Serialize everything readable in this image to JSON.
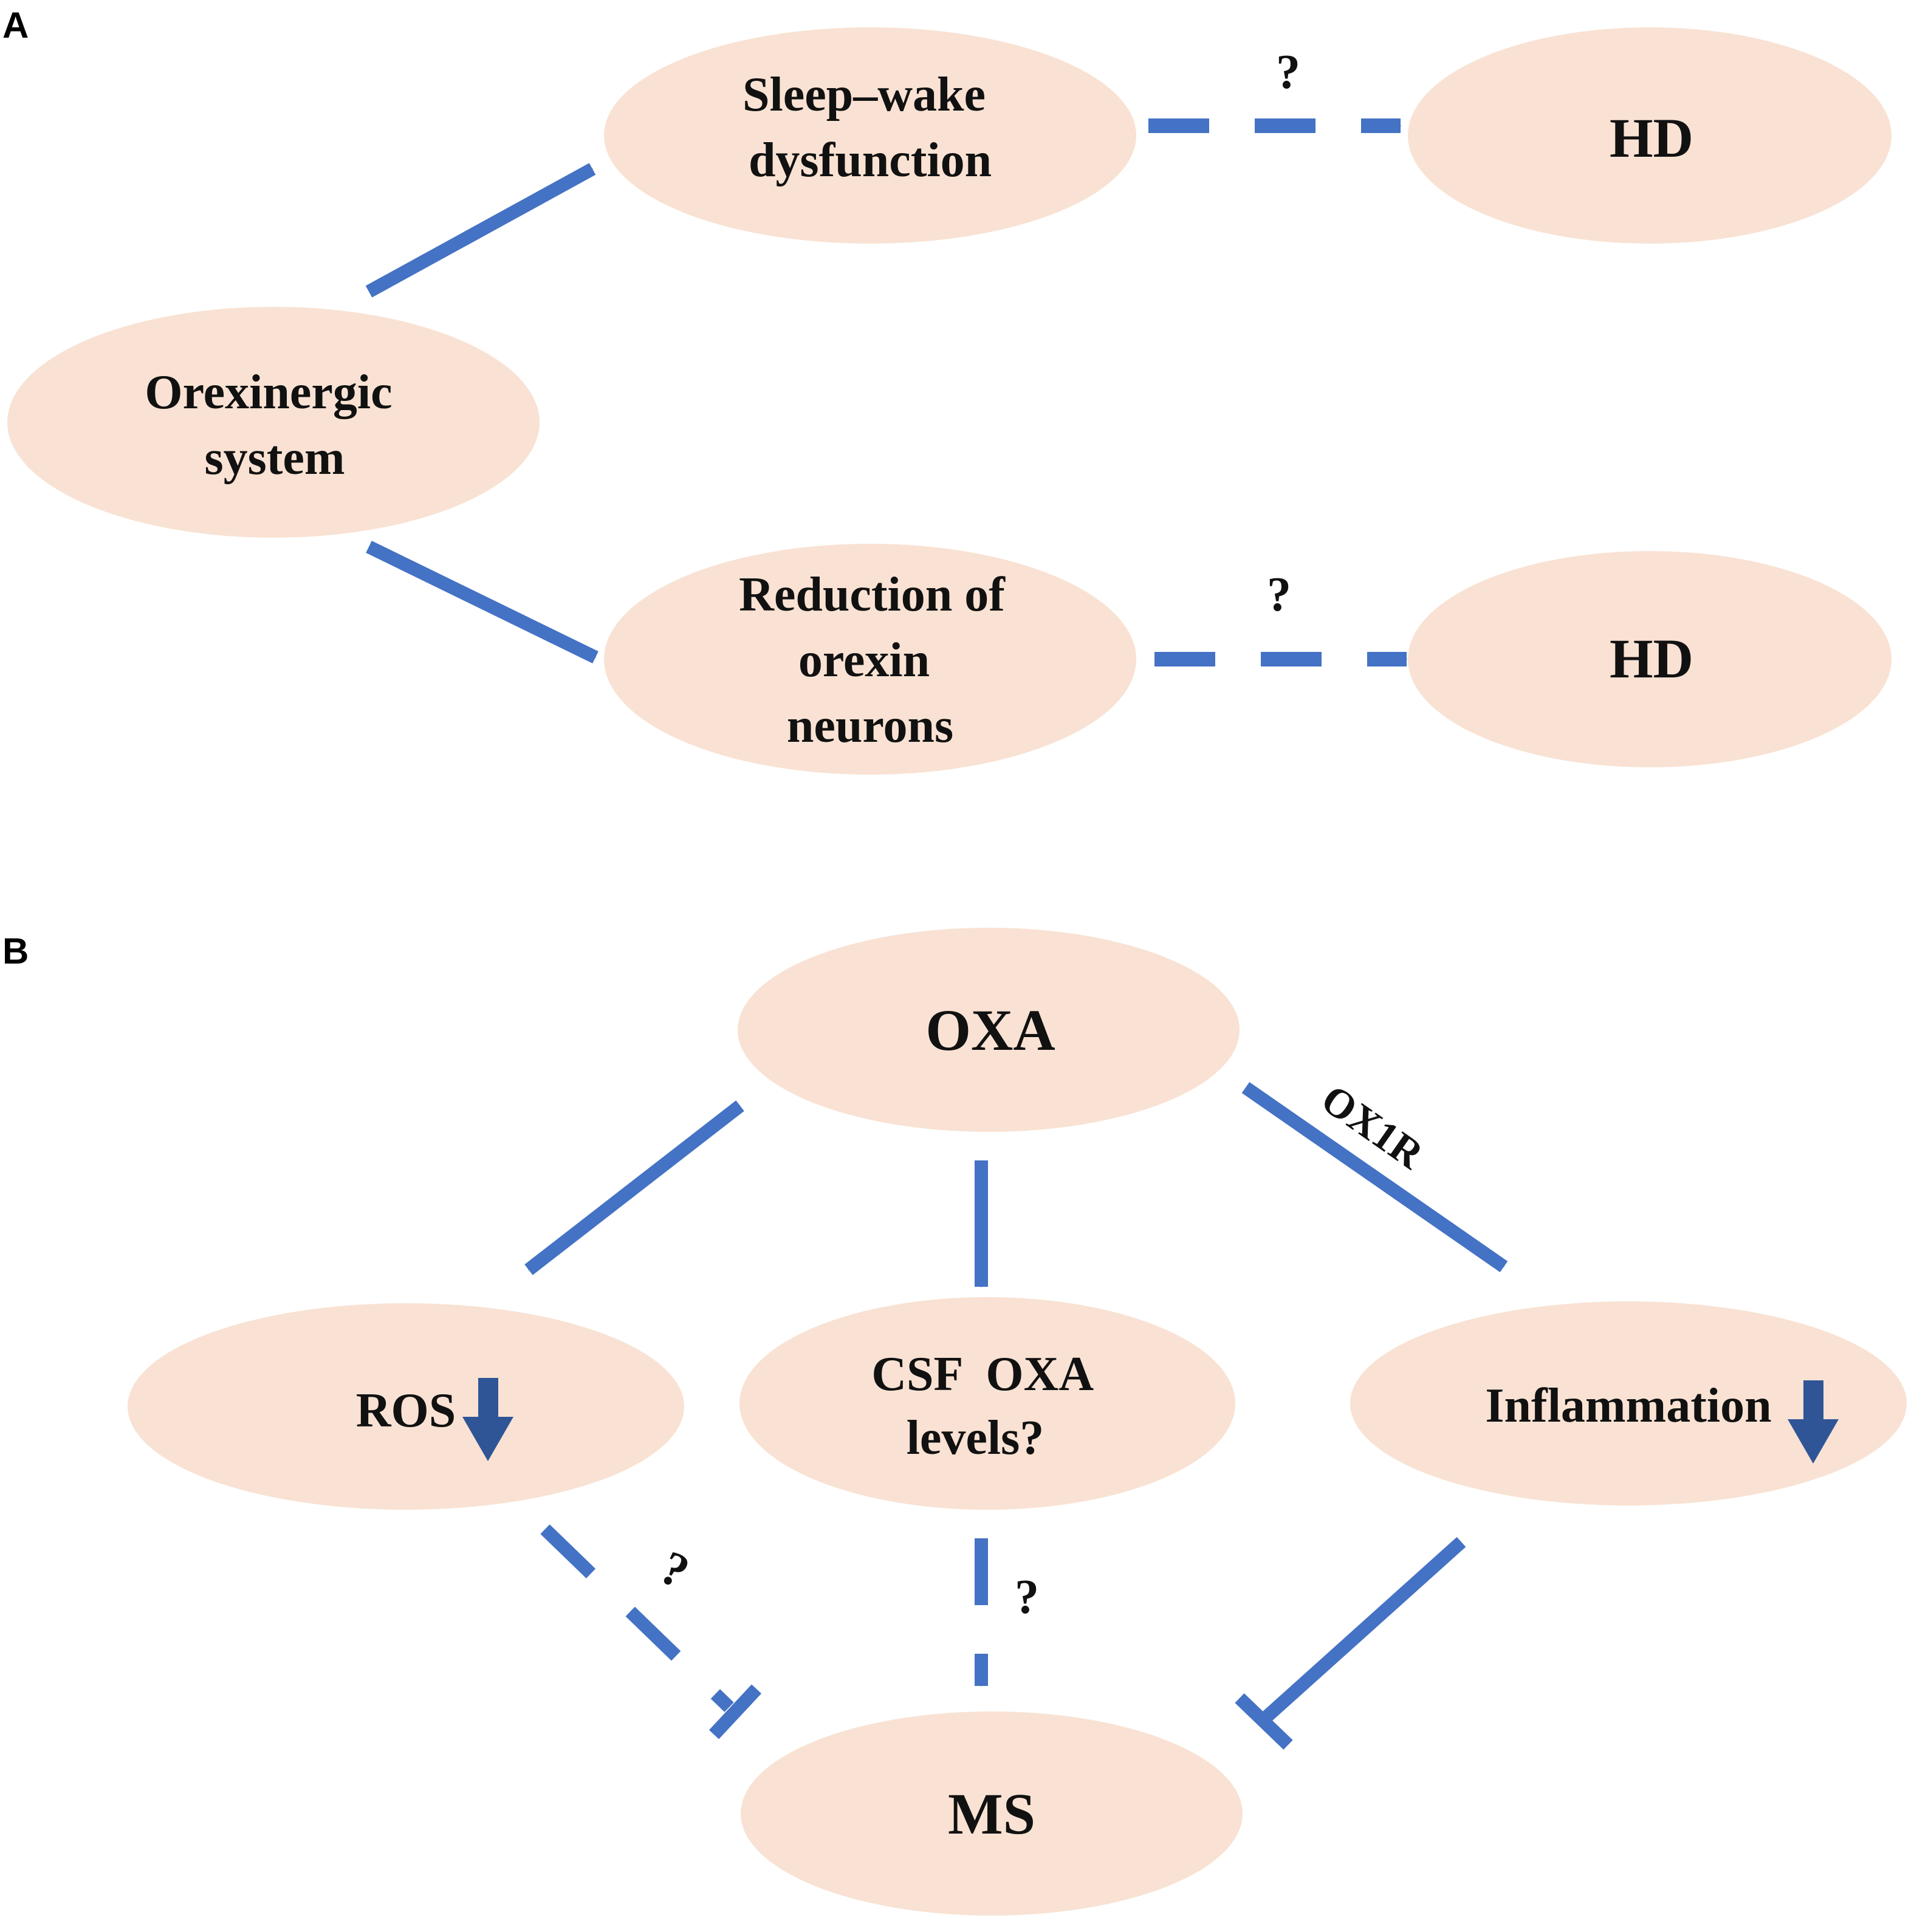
{
  "colors": {
    "node_fill": "#f9e2d3",
    "arrow": "#4472c4",
    "arrow_dark": "#2f5597",
    "text": "#111111"
  },
  "panel_a": {
    "label": "A",
    "orexinergic": [
      "Orexinergic",
      "system"
    ],
    "sleep_wake": [
      "Sleep–wake",
      "dysfunction"
    ],
    "reduction": [
      "Reduction of",
      "orexin",
      "neurons"
    ],
    "hd_top": "HD",
    "hd_bottom": "HD",
    "q_top": "?",
    "q_bottom": "?"
  },
  "panel_b": {
    "label": "B",
    "oxa": "OXA",
    "ros": "ROS",
    "csf": [
      "CSF  OXA",
      "levels?"
    ],
    "inflammation": "Inflammation",
    "ms": "MS",
    "ox1r": "OX1R",
    "q_left": "?",
    "q_center": "?"
  }
}
